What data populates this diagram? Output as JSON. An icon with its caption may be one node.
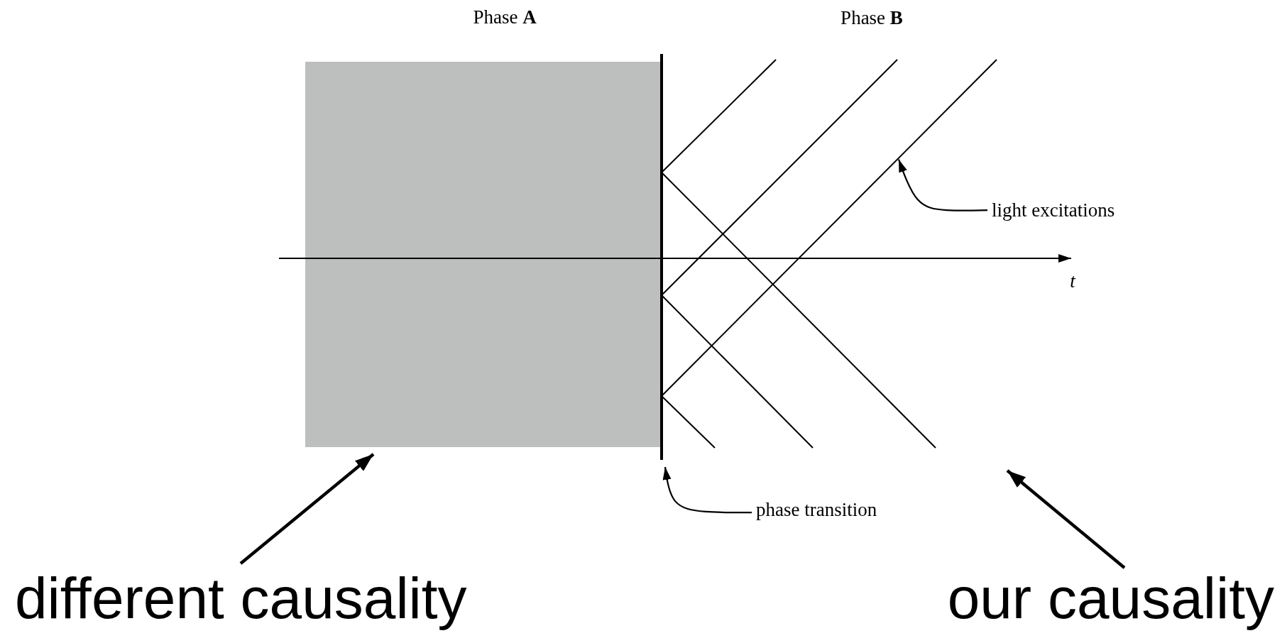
{
  "diagram": {
    "nodes": [
      {
        "text": [
          "Phase **A**"
        ]
      },
      {
        "text": [],
        "shape": "bar"
      },
      {
        "text": [],
        "shape": "line"
      },
      {
        "text": [
          "light excitations"
        ]
      },
      {
        "text": [
          "phase transition"
        ]
      },
      {
        "text": [
          "different causality"
        ]
      },
      {
        "text": [
          "our causality"
        ]
      }
    ],
    "edges": [
      {
        "from": 3,
        "to": 2,
        "arrow": "to"
      },
      {
        "from": 4,
        "to": 1,
        "arrow": "to"
      },
      {
        "from": 5,
        "to": 0,
        "arrow": "to"
      },
      {
        "from": 6,
        "to": null,
        "arrow": "to"
      }
    ],
    "labels": [
      "Phase **B**",
      "t"
    ]
  }
}
